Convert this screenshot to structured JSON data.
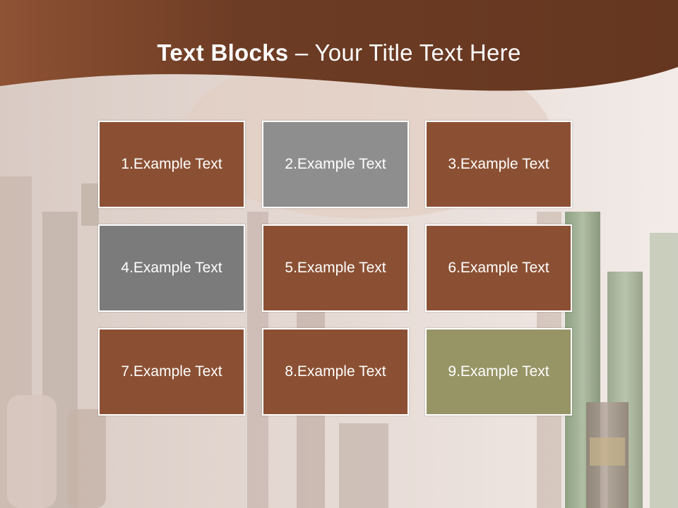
{
  "title": {
    "bold": "Text Blocks",
    "rest": " – Your Title Text Here"
  },
  "colors": {
    "header_brown": "#6b3a22",
    "block_brown": "#8b5033",
    "block_gray_light": "#8e8e8e",
    "block_gray_dark": "#7b7b7b",
    "block_olive": "#979566",
    "border": "#ffffff"
  },
  "blocks": [
    {
      "label": "1.Example Text",
      "color": "#8b5033"
    },
    {
      "label": "2.Example Text",
      "color": "#8e8e8e"
    },
    {
      "label": "3.Example Text",
      "color": "#8b5033"
    },
    {
      "label": "4.Example Text",
      "color": "#7b7b7b"
    },
    {
      "label": "5.Example Text",
      "color": "#8b5033"
    },
    {
      "label": "6.Example Text",
      "color": "#8b5033"
    },
    {
      "label": "7.Example Text",
      "color": "#8b5033"
    },
    {
      "label": "8.Example Text",
      "color": "#8b5033"
    },
    {
      "label": "9.Example Text",
      "color": "#979566"
    }
  ]
}
